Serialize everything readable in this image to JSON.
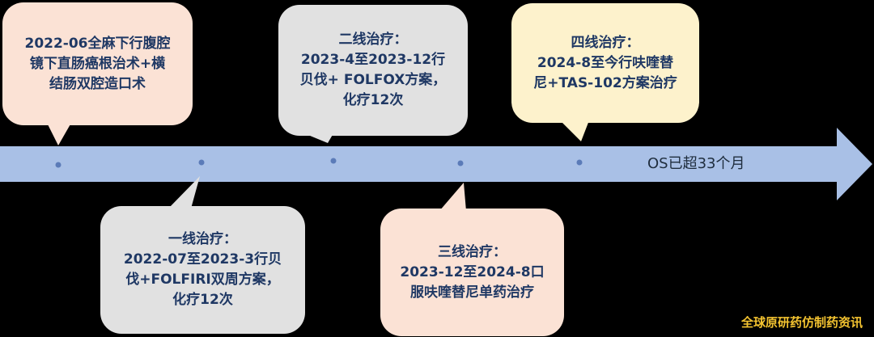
{
  "timeline": {
    "end_label": "OS已超33个月",
    "arrow_color": "#a9c0e6",
    "dot_color": "#5b7bb8"
  },
  "events": [
    {
      "lines": [
        "2022-06全麻下行腹腔",
        "镜下直肠癌根治术+横",
        "结肠双腔造口术"
      ],
      "fill": "#fbe2d5"
    },
    {
      "lines": [
        "一线治疗：",
        "2022-07至2023-3行贝",
        "伐+FOLFIRI双周方案，",
        "化疗12次"
      ],
      "fill": "#e1e1e1"
    },
    {
      "lines": [
        "二线治疗：",
        "2023-4至2023-12行",
        "贝伐+ FOLFOX方案，",
        "化疗12次"
      ],
      "fill": "#e1e1e1"
    },
    {
      "lines": [
        "三线治疗：",
        "2023-12至2024-8口",
        "服呋喹替尼单药治疗"
      ],
      "fill": "#fbe2d5"
    },
    {
      "lines": [
        "四线治疗：",
        "2024-8至今行呋喹替",
        "尼+TAS-102方案治疗"
      ],
      "fill": "#fdf2cc"
    }
  ],
  "watermark": "全球原研药仿制药资讯"
}
